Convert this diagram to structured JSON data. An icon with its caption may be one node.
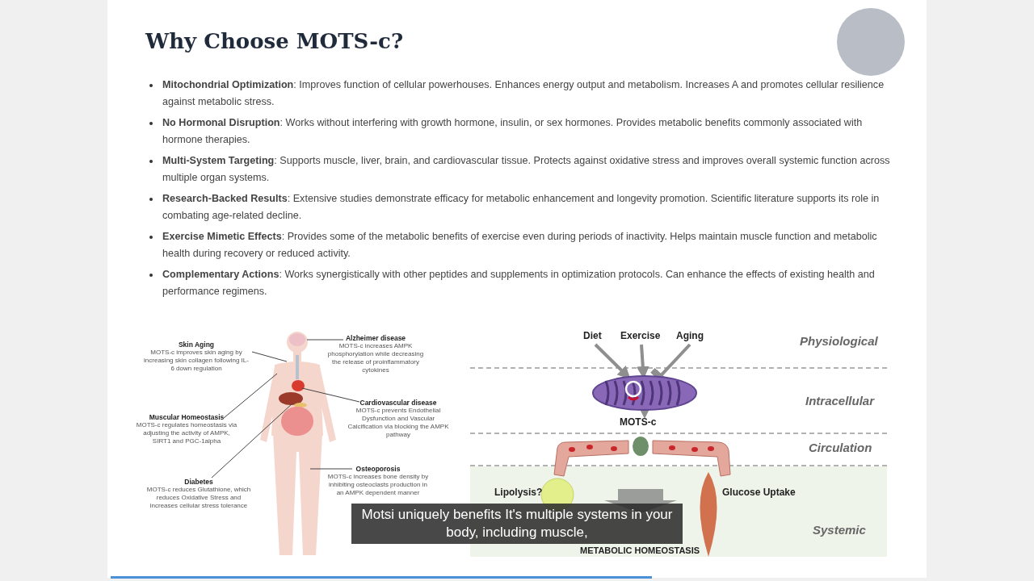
{
  "diagram": {
    "title": "Why Choose MOTS-c?",
    "nodes": [
      {
        "text": [
          "Skin Aging",
          "MOTS-c improves skin aging by increasing skin collagen following IL-6 down regulation"
        ]
      },
      {
        "text": [
          "Alzheimer disease",
          "MOTS-c increases AMPK phosphorylation while decreasing the release of proinflammatory cytokines"
        ]
      },
      {
        "text": [
          "Muscular Homeostasis",
          "MOTS-c regulates homeostasis via adjusting the activity of AMPK, SIRT1 and PGC-1alpha"
        ]
      },
      {
        "text": [
          "Cardiovascular disease",
          "MOTS-c prevents Endothelial Dysfunction and Vascular Calcification via blocking the AMPK pathway"
        ]
      },
      {
        "text": [
          "Diabetes",
          "MOTS-c reduces Glutathione, which reduces Oxidative Stress and increases cellular stress tolerance"
        ]
      },
      {
        "text": [
          "Osteoporosis",
          "MOTS-c increases bone density by inhibiting osteoclasts production in an AMPK dependent manner"
        ]
      },
      {
        "text": [
          "Diet"
        ]
      },
      {
        "text": [
          "Exercise"
        ]
      },
      {
        "text": [
          "Aging"
        ]
      },
      {
        "text": [],
        "shape": "picture"
      },
      {
        "text": [
          "MOTS-c"
        ]
      }
    ],
    "edges": [
      {
        "from": 6,
        "to": 9,
        "arrow": "to",
        "style": "thick"
      },
      {
        "from": 7,
        "to": 9,
        "arrow": "to",
        "style": "thick"
      },
      {
        "from": 8,
        "to": 9,
        "arrow": "other",
        "style": "thick"
      },
      {
        "from": 9,
        "to": 10,
        "arrow": "to",
        "style": "thick"
      },
      {
        "from": 0,
        "to": null,
        "arrow": "none"
      },
      {
        "from": 1,
        "to": null,
        "arrow": "none"
      },
      {
        "from": 2,
        "to": null,
        "arrow": "none"
      },
      {
        "from": 3,
        "to": null,
        "arrow": "none"
      },
      {
        "from": 4,
        "to": null,
        "arrow": "none"
      },
      {
        "from": 5,
        "to": null,
        "arrow": "none"
      }
    ],
    "labels": [
      "**Mitochondrial Optimization**: Improves function of cellular powerhouses. Enhances energy output and metabolism. Increases A and promotes cellular resilience against metabolic stress.",
      "**No Hormonal Disruption**: Works without interfering with growth hormone, insulin, or sex hormones. Provides metabolic benefits commonly associated with hormone therapies.",
      "**Multi-System Targeting**: Supports muscle, liver, brain, and cardiovascular tissue. Protects against oxidative stress and improves overall systemic function across multiple organ systems.",
      "**Research-Backed Results**: Extensive studies demonstrate efficacy for metabolic enhancement and longevity promotion. Scientific literature supports its role in combating age-related decline.",
      "**Exercise Mimetic Effects**: Provides some of the metabolic benefits of exercise even during periods of inactivity. Helps maintain muscle function and metabolic health during recovery or reduced activity.",
      "**Complementary Actions**: Works synergistically with other peptides and supplements in optimization protocols. Can enhance the effects of existing health and performance regimens.",
      "Physiological",
      "Intracellular",
      "Circulation",
      "Lipolysis?",
      "Glucose Uptake",
      "Systemic",
      "METABOLIC HOMEOSTASIS",
      "Motsi uniquely benefits It's multiple systems in your body, including muscle,"
    ]
  }
}
